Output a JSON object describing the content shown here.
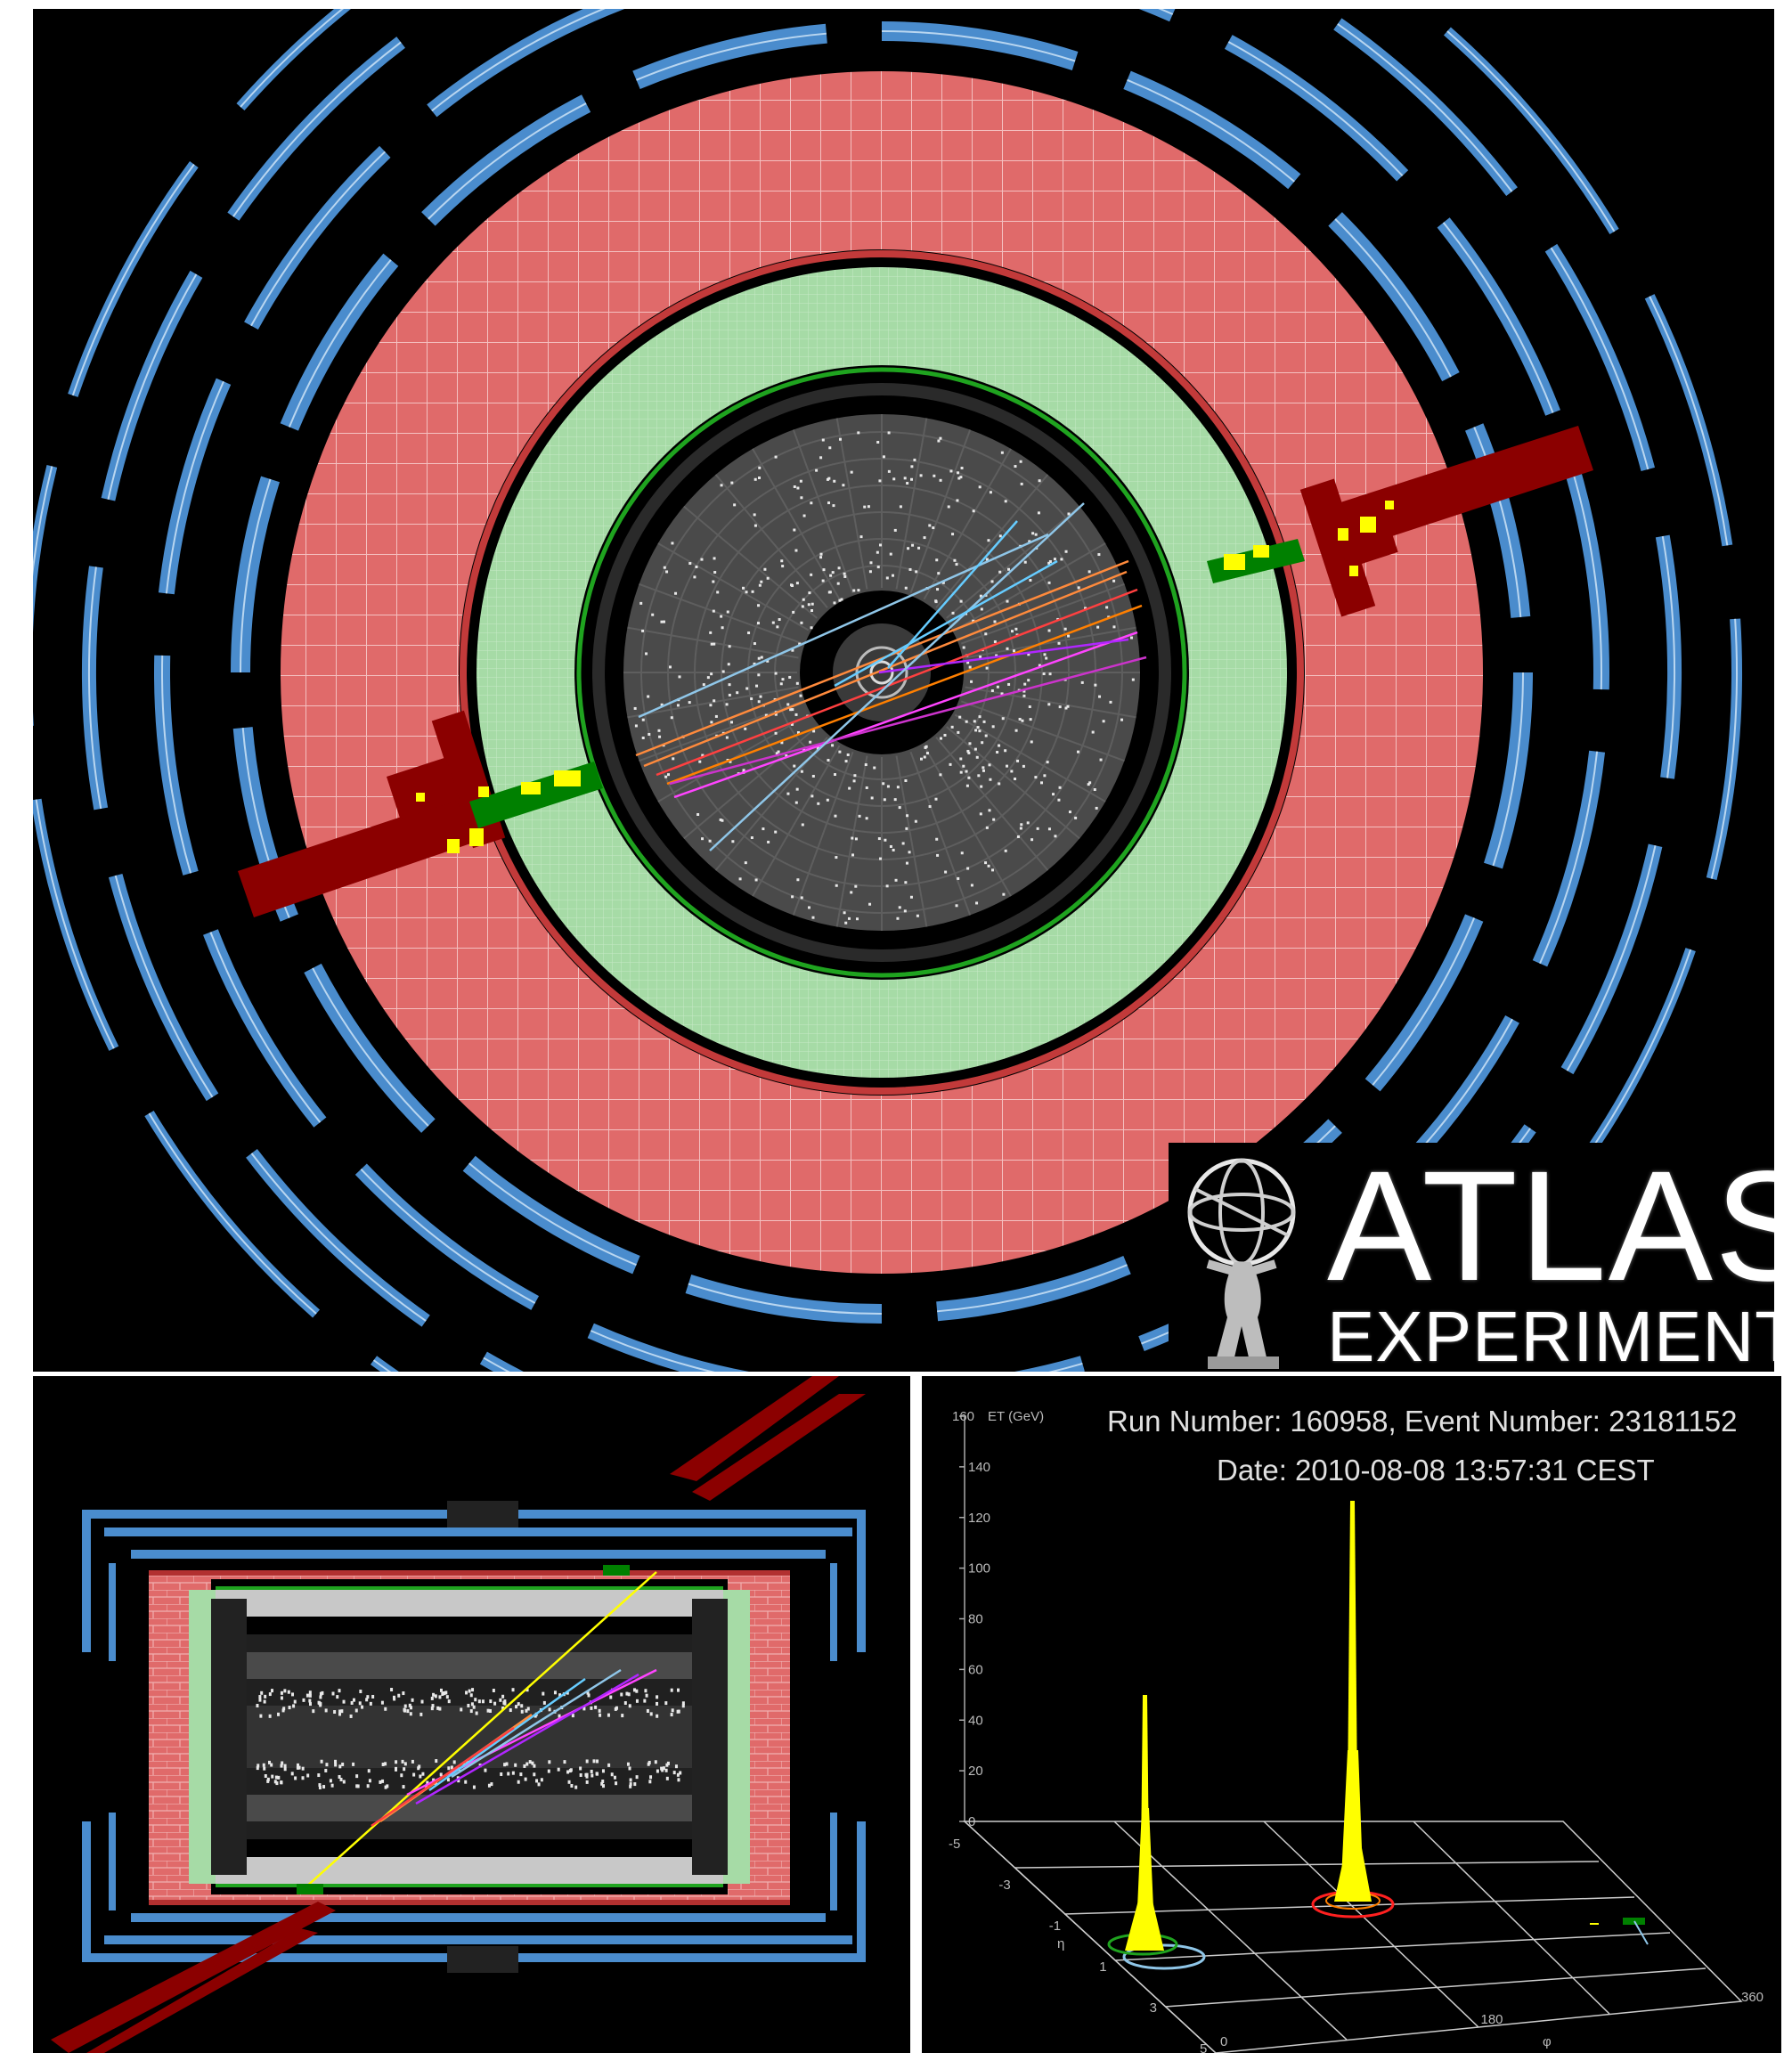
{
  "logo": {
    "title": "ATLAS",
    "subtitle": "EXPERIMENT"
  },
  "event": {
    "run_line": "Run Number: 160958, Event Number: 23181152",
    "date_line": "Date: 2010-08-08 13:57:31 CEST"
  },
  "lego_plot": {
    "y_label": "ET (GeV)",
    "y_ticks": [
      "160",
      "140",
      "120",
      "100",
      "80",
      "60",
      "40",
      "20",
      "0"
    ],
    "eta_label": "η",
    "eta_ticks": [
      "-5",
      "-3",
      "-1",
      "1",
      "3",
      "5"
    ],
    "phi_label": "φ",
    "phi_ticks": [
      "0",
      "180",
      "360"
    ]
  },
  "colors": {
    "muon_chamber": "#4a8ccd",
    "hadronic_calorimeter": "#e06a6a",
    "em_calorimeter": "#a6dba6",
    "inner_detector": "#4a4a4a",
    "energy_deposit": "#8b0000",
    "cluster": "#ffff00",
    "em_deposit": "#008000"
  }
}
